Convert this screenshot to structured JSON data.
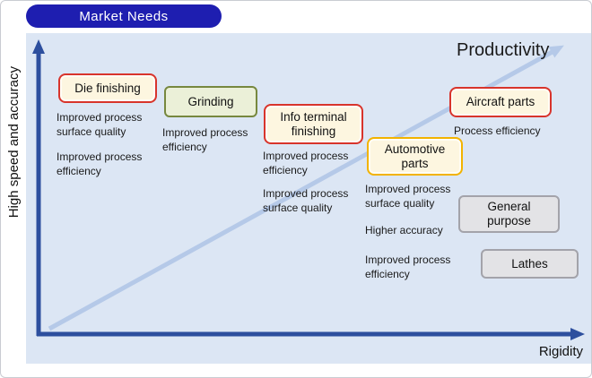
{
  "badge": {
    "label": "Market Needs"
  },
  "axes": {
    "y": "High speed and accuracy",
    "x": "Rigidity"
  },
  "diagonal_label": "Productivity",
  "boxes": {
    "die_finishing": {
      "label": "Die finishing",
      "style": "red"
    },
    "grinding": {
      "label": "Grinding",
      "style": "green"
    },
    "info_terminal": {
      "label": "Info terminal finishing",
      "style": "red"
    },
    "automotive": {
      "label": "Automotive parts",
      "style": "yellow"
    },
    "aircraft": {
      "label": "Aircraft parts",
      "style": "red"
    },
    "general_purpose": {
      "label": "General purpose",
      "style": "gray"
    },
    "lathes": {
      "label": "Lathes",
      "style": "gray"
    }
  },
  "notes": {
    "die_surface": "Improved process surface quality",
    "die_efficiency": "Improved process efficiency",
    "grinding_efficiency": "Improved process efficiency",
    "info_efficiency": "Improved process efficiency",
    "info_surface": "Improved process surface quality",
    "auto_surface": "Improved process surface quality",
    "auto_accuracy": "Higher accuracy",
    "auto_efficiency": "Improved process efficiency",
    "aircraft_efficiency": "Process efficiency"
  },
  "colors": {
    "badge_bg": "#1e1eb0",
    "plot_bg": "#dce6f4",
    "axis": "#2d4f9e",
    "diagonal_arrow": "#b5c9e8",
    "red_border": "#d8342c",
    "green_border": "#77883f",
    "yellow_border": "#f2b300",
    "gray_border": "#a3a3aa",
    "cream_fill": "#fdf6e0",
    "green_fill": "#ebf0d8",
    "gray_fill": "#e3e3e6"
  }
}
